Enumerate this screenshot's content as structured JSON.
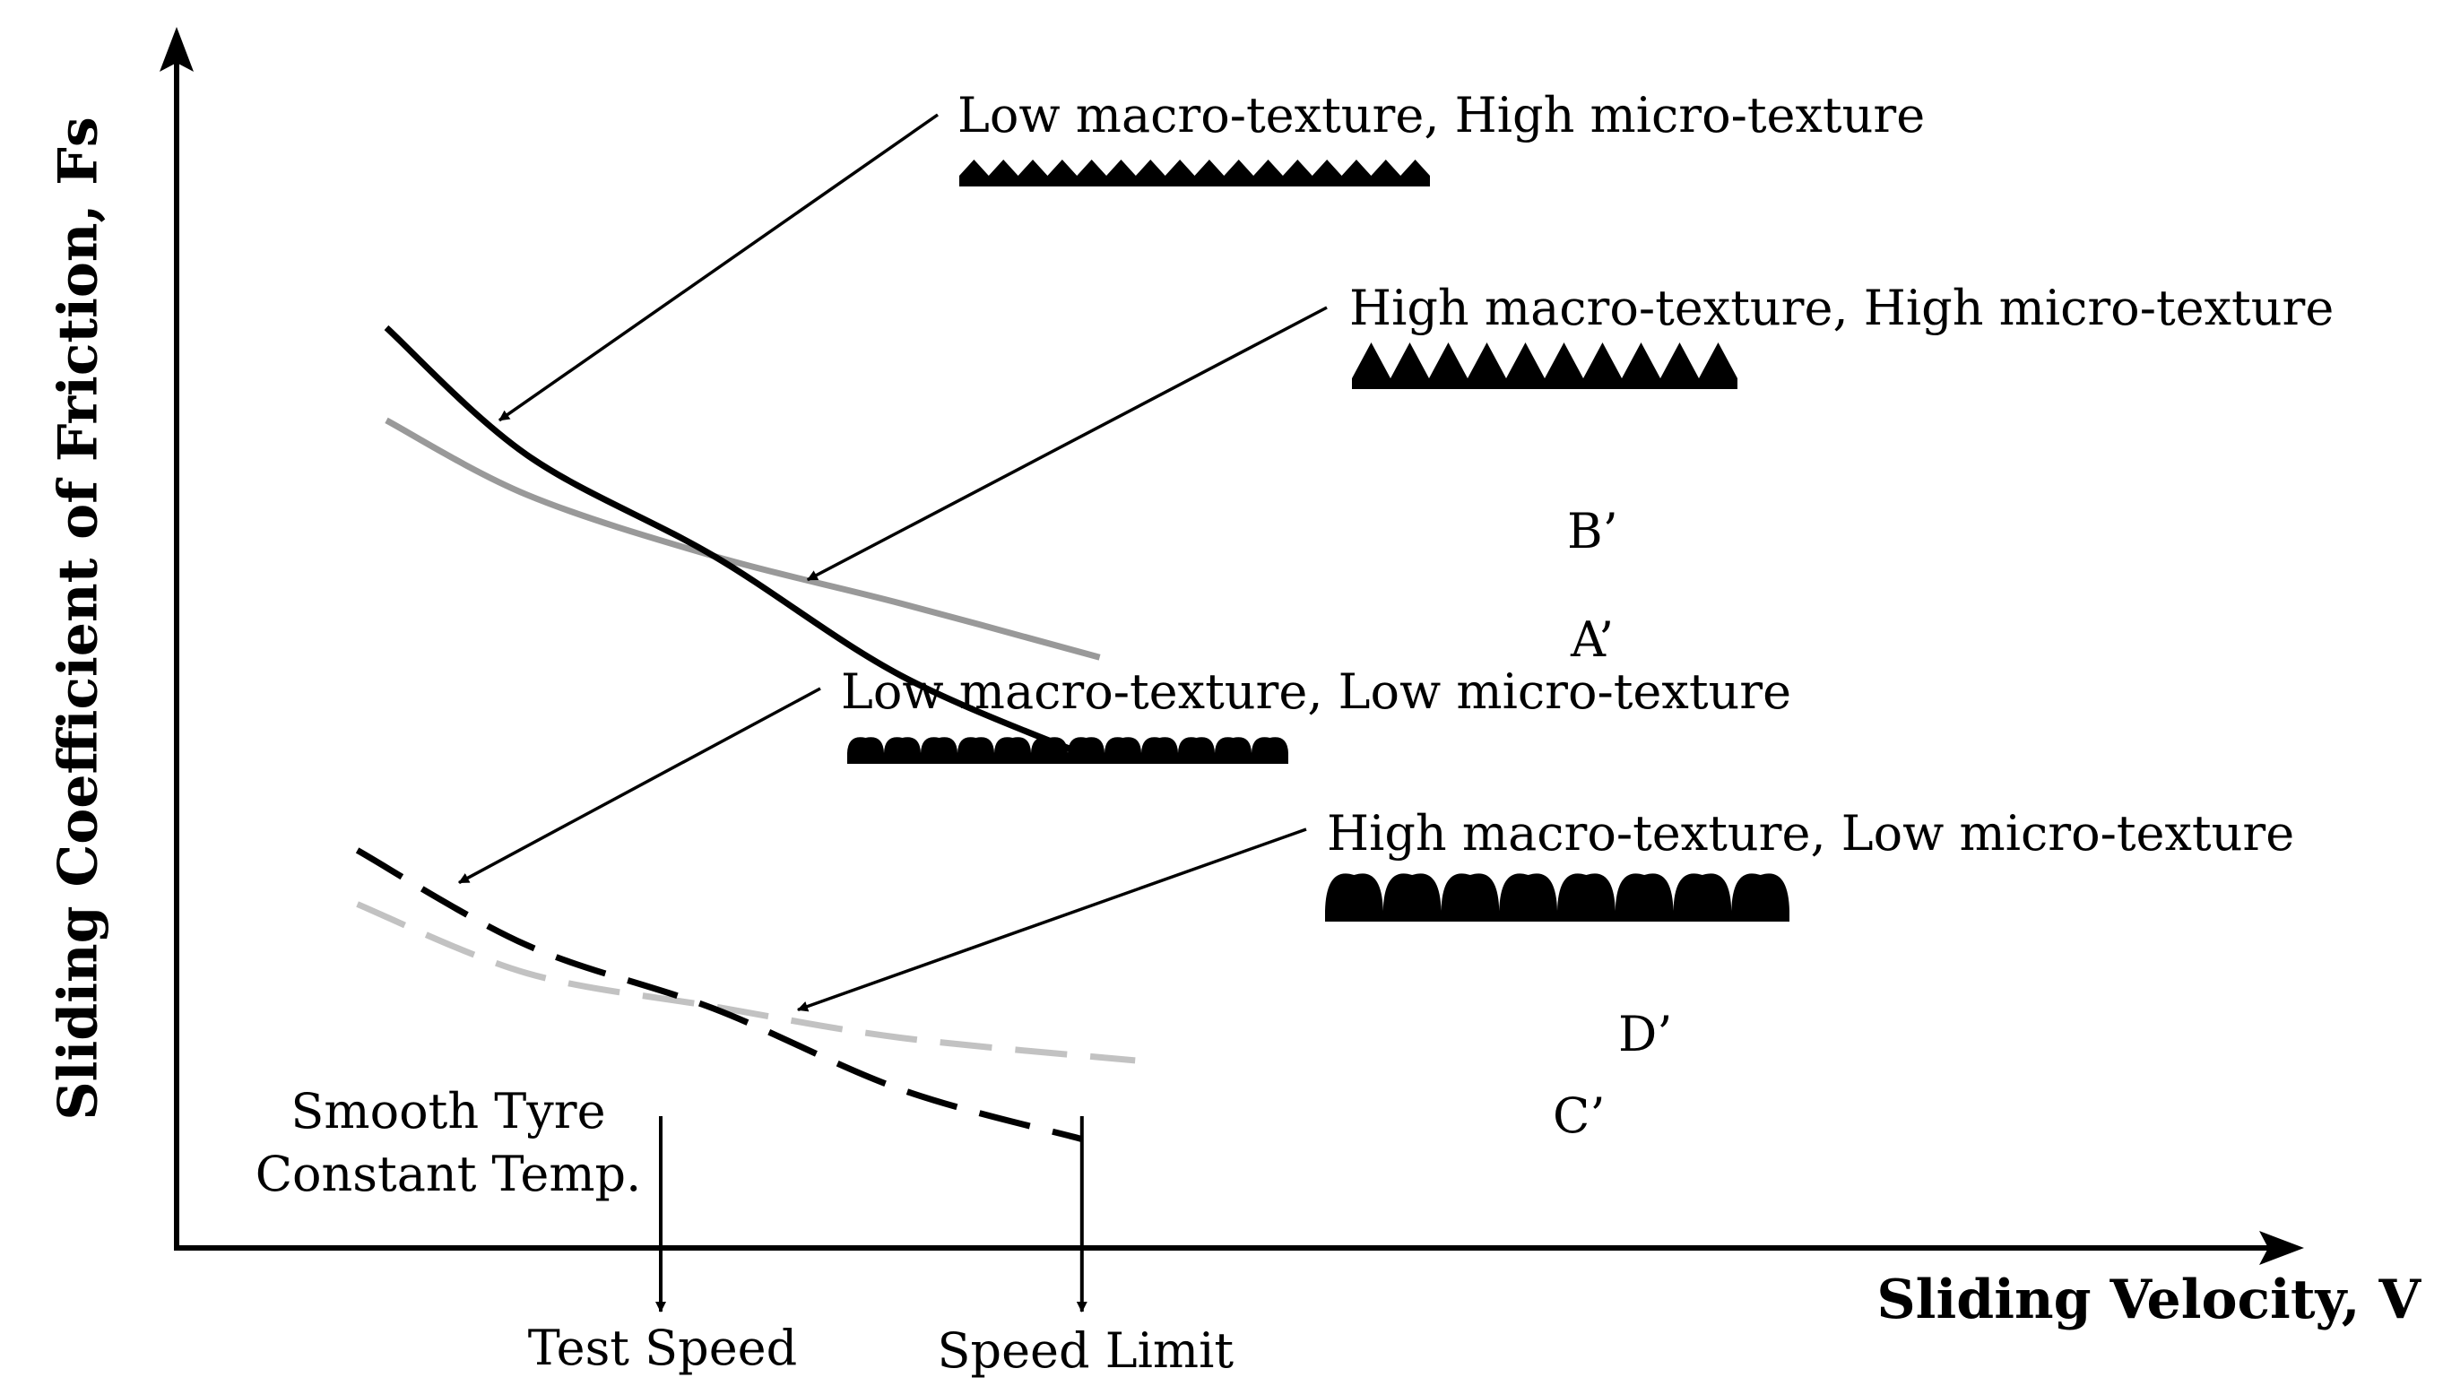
{
  "chart_data": {
    "type": "line",
    "title": "",
    "xlabel": "Sliding Velocity, V",
    "ylabel": "Sliding Coefficient of Friction, Fs",
    "xlim": [
      0,
      10
    ],
    "ylim": [
      0,
      10
    ],
    "grid": false,
    "legend": "none",
    "x_ticks_shown": false,
    "y_ticks_shown": false,
    "series": [
      {
        "name": "A’",
        "style": "solid",
        "color": "#000000",
        "x": [
          1.3,
          2.17,
          3.33,
          4.49,
          5.72
        ],
        "y": [
          8.54,
          7.36,
          6.42,
          5.31,
          4.52
        ]
      },
      {
        "name": "B’",
        "style": "solid",
        "color": "#999999",
        "x": [
          1.3,
          2.17,
          3.33,
          4.49,
          5.72
        ],
        "y": [
          7.68,
          6.99,
          6.42,
          5.98,
          5.48
        ]
      },
      {
        "name": "C’",
        "style": "dashed",
        "color": "#000000",
        "x": [
          1.12,
          2.17,
          3.33,
          4.49,
          5.61
        ],
        "y": [
          3.69,
          2.81,
          2.22,
          1.47,
          1.01
        ]
      },
      {
        "name": "D’",
        "style": "dashed",
        "color": "#c2c2c2",
        "x": [
          1.12,
          2.17,
          3.33,
          4.49,
          5.94
        ],
        "y": [
          3.19,
          2.55,
          2.24,
          1.95,
          1.74
        ]
      }
    ],
    "annotations": [
      {
        "text": "Low macro-texture, High micro-texture",
        "target_series": "A’",
        "texture": {
          "profile": "triangle",
          "amplitude": "low",
          "count": 16
        },
        "arrow_to": [
          2.0,
          7.68
        ]
      },
      {
        "text": "High macro-texture, High micro-texture",
        "target_series": "B’",
        "texture": {
          "profile": "triangle",
          "amplitude": "high",
          "count": 10
        },
        "arrow_to": [
          3.91,
          6.2
        ]
      },
      {
        "text": "Low macro-texture, Low micro-texture",
        "target_series": "C’",
        "texture": {
          "profile": "bump",
          "amplitude": "low",
          "count": 12
        },
        "arrow_to": [
          1.75,
          3.39
        ]
      },
      {
        "text": "High macro-texture, Low micro-texture",
        "target_series": "D’",
        "texture": {
          "profile": "bump",
          "amplitude": "high",
          "count": 8
        },
        "arrow_to": [
          3.85,
          2.21
        ]
      }
    ],
    "conditions": [
      "Smooth Tyre",
      "Constant Temp."
    ],
    "markers": [
      {
        "label": "Test Speed",
        "x": 3.0
      },
      {
        "label": "Speed Limit",
        "x": 5.61
      }
    ]
  }
}
